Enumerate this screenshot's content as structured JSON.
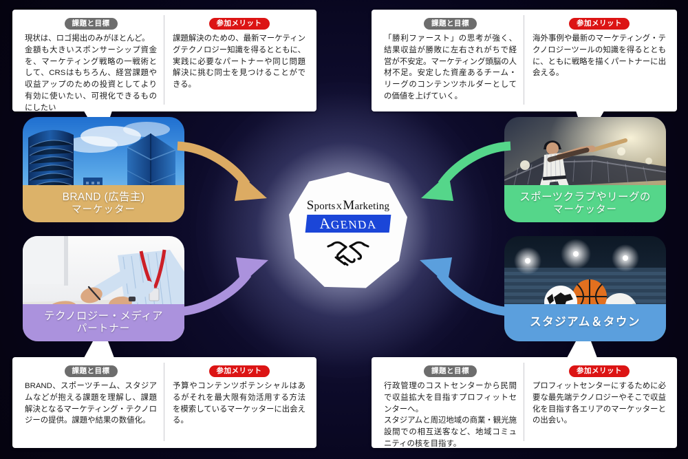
{
  "meta": {
    "bg_color": "#0b0724",
    "glow_color": "#e9ebff"
  },
  "center": {
    "logo_line1_a": "S",
    "logo_line1_b": "ports",
    "logo_x": "X",
    "logo_line1_c": "M",
    "logo_line1_d": "arketing",
    "logo_band_a": "A",
    "logo_band_b": "GENDA",
    "icon": "handshake-icon"
  },
  "badges": {
    "issue_label": "課題と目標",
    "merit_label": "参加メリット",
    "issue_color": "#6d6d6d",
    "merit_color": "#dc1414"
  },
  "cards": [
    {
      "id": "brand",
      "caption_line1": "BRAND (広告主)",
      "caption_line2": "マーケッター",
      "caption_color": "#dcb269",
      "arrow_color": "#dcab63",
      "photo": "city-skyscrapers-photo"
    },
    {
      "id": "sports-club",
      "caption_line1": "スポーツクラブやリーグの",
      "caption_line2": "マーケッター",
      "caption_color": "#55d68a",
      "arrow_color": "#55d68a",
      "photo": "baseball-batter-photo"
    },
    {
      "id": "technology-media",
      "caption_line1": "テクノロジー・メディア",
      "caption_line2": "パートナー",
      "caption_color": "#ab92dd",
      "arrow_color": "#ab92dd",
      "photo": "business-meeting-photo"
    },
    {
      "id": "stadium-town",
      "caption_line1": "スタジアム＆タウン",
      "caption_line2": "",
      "caption_color": "#5b9fdd",
      "arrow_color": "#5b9fdd",
      "photo": "sports-balls-stadium-photo"
    }
  ],
  "panels": [
    {
      "id": "brand-panel",
      "issue": "現状は、ロゴ掲出のみがほとんど。\n金額も大きいスポンサーシップ資金を、マーケティング戦略の一戦術として、CRSはもちろん、経営課題や収益アップのための投資としてより有効に使いたい、可視化できるものにしたい",
      "merit": "課題解決のための、最新マーケティングテクノロジー知識を得るとともに、実践に必要なパートナーや同じ問題解決に挑む同士を見つけることができる。"
    },
    {
      "id": "sports-club-panel",
      "issue": "「勝利ファースト」の思考が強く、結果収益が勝敗に左右されがちで経営が不安定。マーケティング頭脳の人材不足。安定した資産あるチーム・リーグのコンテンツホルダーとしての価値を上げていく。",
      "merit": "海外事例や最新のマーケティング・テクノロジーツールの知識を得るとともに、ともに戦略を描くパートナーに出会える。"
    },
    {
      "id": "technology-media-panel",
      "issue": "BRAND、スポーツチーム、スタジアムなどが抱える課題を理解し、課題解決となるマーケティング・テクノロジーの提供。課題や結果の数値化。",
      "merit": "予算やコンテンツポテンシャルはあるがそれを最大限有効活用する方法を模索しているマーケッターに出会える。"
    },
    {
      "id": "stadium-town-panel",
      "issue": "行政管理のコストセンターから民間で収益拡大を目指すプロフィットセンターへ。\nスタジアムと周辺地域の商業・観光施設間での相互送客など、地域コミュニティの核を目指す。",
      "merit": "プロフィットセンターにするために必要な最先端テクノロジーやそこで収益化を目指す各エリアのマーケッターとの出会い。"
    }
  ]
}
